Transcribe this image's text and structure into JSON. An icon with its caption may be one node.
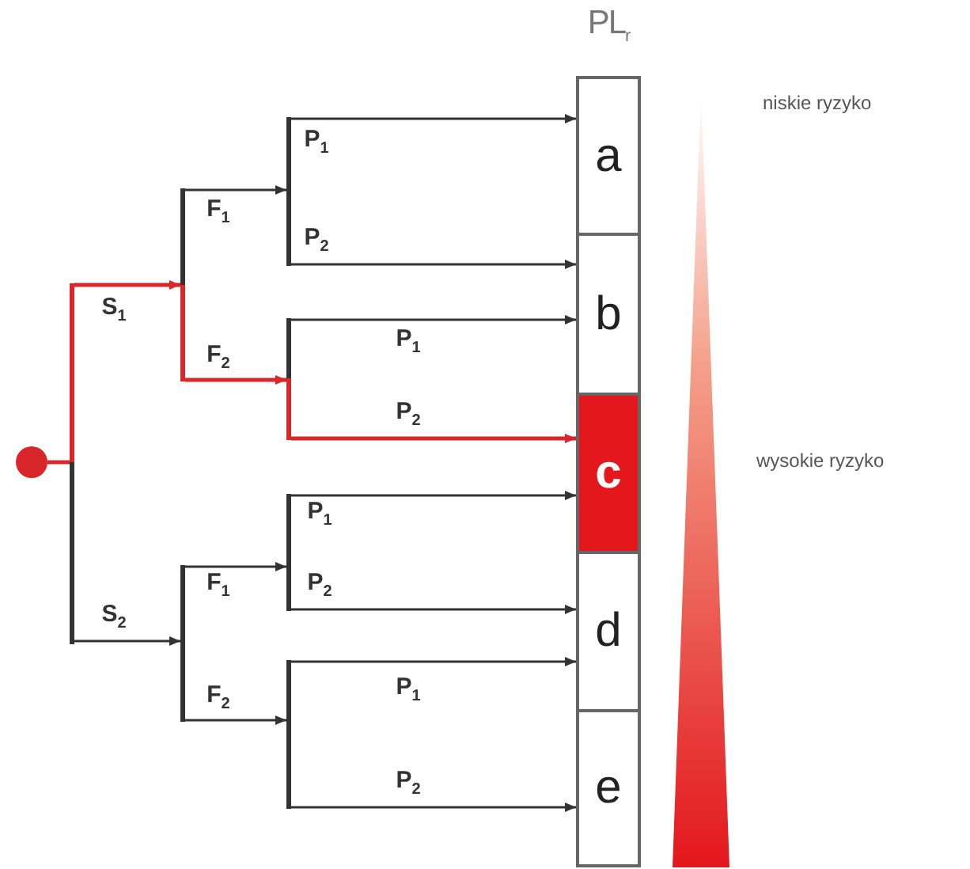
{
  "diagram": {
    "nodes": [
      {
        "text": [],
        "shape": "circle"
      },
      {
        "text": [],
        "shape": "bar"
      },
      {
        "text": [],
        "shape": "bar"
      },
      {
        "text": [],
        "shape": "bar"
      },
      {
        "text": [],
        "shape": "bar"
      },
      {
        "text": [],
        "shape": "bar"
      },
      {
        "text": [],
        "shape": "bar"
      },
      {
        "text": [],
        "shape": "bar"
      },
      {
        "text": [
          "PL$_{r}$"
        ]
      },
      {
        "text": [
          "a"
        ],
        "in": 8
      },
      {
        "text": [
          "b"
        ],
        "in": 8
      },
      {
        "text": [
          "c"
        ],
        "in": 8
      },
      {
        "text": [
          "d"
        ],
        "in": 8
      },
      {
        "text": [
          "e"
        ],
        "in": 8
      },
      {
        "text": [],
        "shape": "triangle"
      }
    ],
    "edges": [
      {
        "from": 0,
        "to": 1,
        "arrow": "none",
        "color": "#d9262b"
      },
      {
        "from": 1,
        "to": 2,
        "arrow": "to",
        "label": "S$_{1}$",
        "color": "#d9262b"
      },
      {
        "from": 1,
        "to": 3,
        "arrow": "to",
        "label": "S$_{2}$"
      },
      {
        "from": 2,
        "to": 4,
        "arrow": "to",
        "label": "F$_{1}$"
      },
      {
        "from": 2,
        "to": 5,
        "arrow": "to",
        "label": "F$_{2}$",
        "color": "#d9262b"
      },
      {
        "from": 3,
        "to": 6,
        "arrow": "to",
        "label": "F$_{1}$"
      },
      {
        "from": 3,
        "to": 7,
        "arrow": "to",
        "label": "F$_{2}$"
      },
      {
        "from": 4,
        "to": 9,
        "arrow": "to",
        "label": "P$_{1}$"
      },
      {
        "from": 4,
        "to": 10,
        "arrow": "to",
        "label": "P$_{2}$"
      },
      {
        "from": 5,
        "to": 10,
        "arrow": "to",
        "label": "P$_{1}$"
      },
      {
        "from": 5,
        "to": 11,
        "arrow": "to",
        "label": "P$_{2}$",
        "color": "#d9262b"
      },
      {
        "from": 6,
        "to": 11,
        "arrow": "to",
        "label": "P$_{1}$"
      },
      {
        "from": 6,
        "to": 12,
        "arrow": "to",
        "label": "P$_{2}$"
      },
      {
        "from": 7,
        "to": 12,
        "arrow": "to",
        "label": "P$_{1}$"
      },
      {
        "from": 7,
        "to": 13,
        "arrow": "to",
        "label": "P$_{2}$"
      }
    ],
    "labels": [
      "niskie ryzyko",
      "wysokie ryzyko"
    ]
  }
}
